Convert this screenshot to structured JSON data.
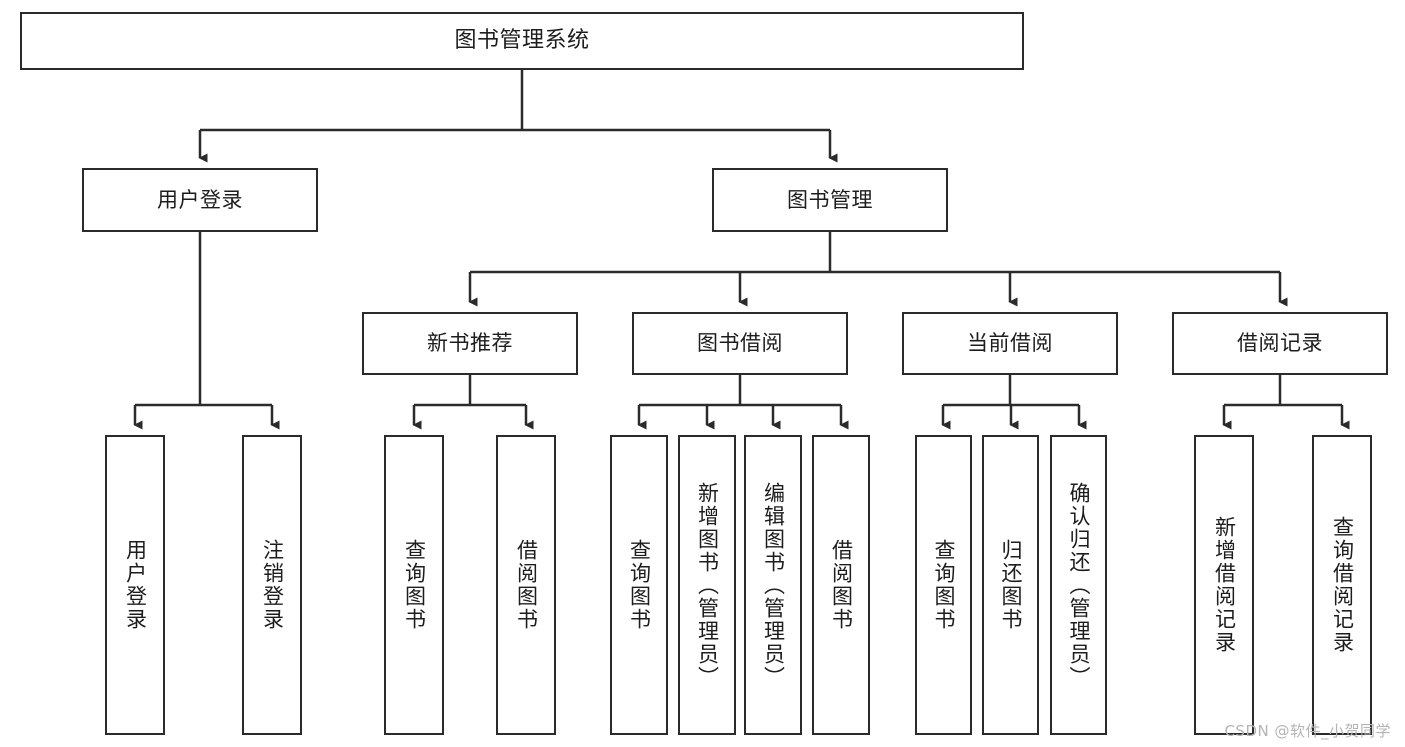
{
  "diagram": {
    "title": "图书管理系统",
    "watermark": "CSDN @软件_小贺同学",
    "colors": {
      "border": "#2b2b2b",
      "text": "#1d1d1d",
      "background": "#ffffff",
      "connector": "#2b2b2b",
      "watermark": "#b4b4b4"
    },
    "root": {
      "label": "图书管理系统"
    },
    "level1": [
      {
        "label": "用户登录"
      },
      {
        "label": "图书管理"
      }
    ],
    "level2": [
      {
        "label": "新书推荐"
      },
      {
        "label": "图书借阅"
      },
      {
        "label": "当前借阅"
      },
      {
        "label": "借阅记录"
      }
    ],
    "leaves": {
      "user_login": [
        {
          "label": "用户登录"
        },
        {
          "label": "注销登录"
        }
      ],
      "new_book_recommend": [
        {
          "label": "查询图书"
        },
        {
          "label": "借阅图书"
        }
      ],
      "book_borrow": [
        {
          "label": "查询图书"
        },
        {
          "label": "新增图书（管理员）"
        },
        {
          "label": "编辑图书（管理员）"
        },
        {
          "label": "借阅图书"
        }
      ],
      "current_borrow": [
        {
          "label": "查询图书"
        },
        {
          "label": "归还图书"
        },
        {
          "label": "确认归还（管理员）"
        }
      ],
      "borrow_record": [
        {
          "label": "新增借阅记录"
        },
        {
          "label": "查询借阅记录"
        }
      ]
    }
  }
}
